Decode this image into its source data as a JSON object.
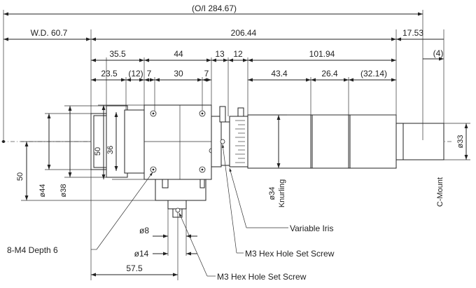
{
  "dimensions": {
    "overall": "(O/I 284.67)",
    "working_distance": "W.D. 60.7",
    "body_length": "206.44",
    "rear_flange": "17.53",
    "rear_4": "(4)",
    "d_35_5": "35.5",
    "d_44": "44",
    "d_13": "13",
    "d_12": "12",
    "d_101_94": "101.94",
    "d_23_5": "23.5",
    "d_12_paren": "(12)",
    "d_7a": "7",
    "d_30": "30",
    "d_7b": "7",
    "d_43_4": "43.4",
    "d_26_4": "26.4",
    "d_32_14": "(32.14)",
    "v_50_block": "50",
    "v_36": "36",
    "v_50_height": "50",
    "dia_44": "ø44",
    "dia_38": "ø38",
    "dia_34": "ø34",
    "dia_33": "ø33",
    "dia_8": "ø8",
    "dia_14": "ø14",
    "d_57_5": "57.5"
  },
  "labels": {
    "knurling": "Knurling",
    "c_mount": "C-Mount",
    "variable_iris": "Variable Iris",
    "set_screw_1": "M3 Hex Hole Set Screw",
    "set_screw_2": "M3 Hex Hole Set Screw",
    "tapped_holes": "8-M4 Depth 6"
  }
}
